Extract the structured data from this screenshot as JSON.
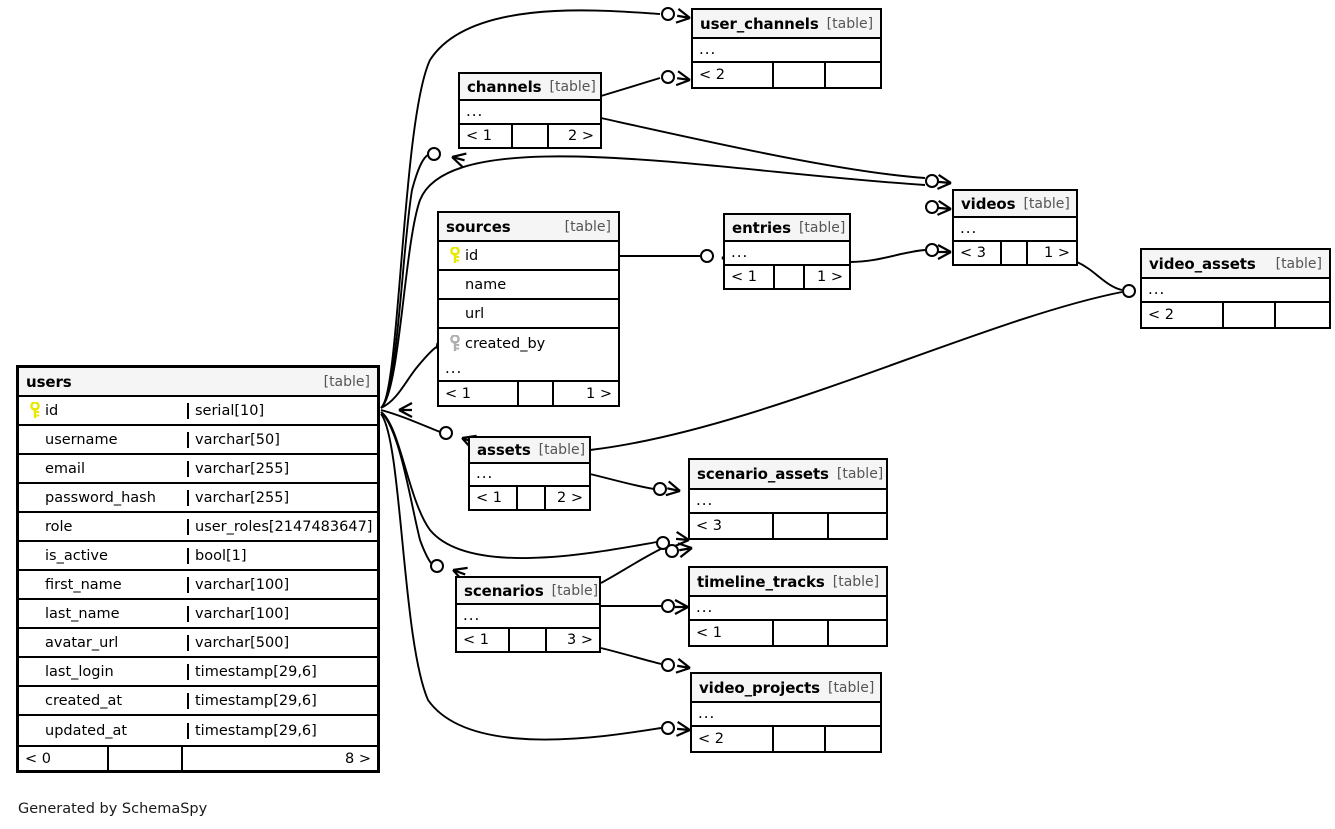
{
  "diagram": {
    "tool": "SchemaSpy",
    "credit": "Generated by SchemaSpy",
    "kind_label": "[table]",
    "ellipsis": "...",
    "colors": {
      "primary_key": "#e8e800",
      "foreign_key": "#b0b0b0",
      "header_bg": "#f5f5f5",
      "border": "#000000",
      "background": "#ffffff"
    }
  },
  "tables": {
    "users": {
      "name": "users",
      "kind": "[table]",
      "columns": [
        {
          "key": "primary",
          "name": "id",
          "type": "serial[10]"
        },
        {
          "key": "none",
          "name": "username",
          "type": "varchar[50]"
        },
        {
          "key": "none",
          "name": "email",
          "type": "varchar[255]"
        },
        {
          "key": "none",
          "name": "password_hash",
          "type": "varchar[255]"
        },
        {
          "key": "none",
          "name": "role",
          "type": "user_roles[2147483647]"
        },
        {
          "key": "none",
          "name": "is_active",
          "type": "bool[1]"
        },
        {
          "key": "none",
          "name": "first_name",
          "type": "varchar[100]"
        },
        {
          "key": "none",
          "name": "last_name",
          "type": "varchar[100]"
        },
        {
          "key": "none",
          "name": "avatar_url",
          "type": "varchar[500]"
        },
        {
          "key": "none",
          "name": "last_login",
          "type": "timestamp[29,6]"
        },
        {
          "key": "none",
          "name": "created_at",
          "type": "timestamp[29,6]"
        },
        {
          "key": "none",
          "name": "updated_at",
          "type": "timestamp[29,6]"
        }
      ],
      "footer": {
        "left": "< 0",
        "middle": "",
        "right": "8 >"
      }
    },
    "channels": {
      "name": "channels",
      "kind": "[table]",
      "footer": {
        "left": "< 1",
        "middle": "",
        "right": "2 >"
      }
    },
    "user_channels": {
      "name": "user_channels",
      "kind": "[table]",
      "footer": {
        "left": "< 2",
        "middle": "",
        "right": ""
      }
    },
    "sources": {
      "name": "sources",
      "kind": "[table]",
      "columns": [
        {
          "key": "primary",
          "name": "id"
        },
        {
          "key": "none",
          "name": "name"
        },
        {
          "key": "none",
          "name": "url"
        },
        {
          "key": "foreign",
          "name": "created_by"
        }
      ],
      "footer": {
        "left": "< 1",
        "middle": "",
        "right": "1 >"
      }
    },
    "entries": {
      "name": "entries",
      "kind": "[table]",
      "footer": {
        "left": "< 1",
        "middle": "",
        "right": "1 >"
      }
    },
    "videos": {
      "name": "videos",
      "kind": "[table]",
      "footer": {
        "left": "< 3",
        "middle": "",
        "right": "1 >"
      }
    },
    "video_assets": {
      "name": "video_assets",
      "kind": "[table]",
      "footer": {
        "left": "< 2",
        "middle": "",
        "right": ""
      }
    },
    "assets": {
      "name": "assets",
      "kind": "[table]",
      "footer": {
        "left": "< 1",
        "middle": "",
        "right": "2 >"
      }
    },
    "scenario_assets": {
      "name": "scenario_assets",
      "kind": "[table]",
      "footer": {
        "left": "< 3",
        "middle": "",
        "right": ""
      }
    },
    "scenarios": {
      "name": "scenarios",
      "kind": "[table]",
      "footer": {
        "left": "< 1",
        "middle": "",
        "right": "3 >"
      }
    },
    "timeline_tracks": {
      "name": "timeline_tracks",
      "kind": "[table]",
      "footer": {
        "left": "< 1",
        "middle": "",
        "right": ""
      }
    },
    "video_projects": {
      "name": "video_projects",
      "kind": "[table]",
      "footer": {
        "left": "< 2",
        "middle": "",
        "right": ""
      }
    }
  },
  "relationships": [
    {
      "from": "users",
      "to": "user_channels"
    },
    {
      "from": "users",
      "to": "channels"
    },
    {
      "from": "users",
      "to": "videos"
    },
    {
      "from": "users",
      "to": "sources"
    },
    {
      "from": "users",
      "to": "assets"
    },
    {
      "from": "users",
      "to": "scenario_assets"
    },
    {
      "from": "users",
      "to": "scenarios"
    },
    {
      "from": "users",
      "to": "video_projects"
    },
    {
      "from": "channels",
      "to": "user_channels"
    },
    {
      "from": "channels",
      "to": "videos"
    },
    {
      "from": "sources",
      "to": "entries"
    },
    {
      "from": "entries",
      "to": "videos"
    },
    {
      "from": "videos",
      "to": "video_assets"
    },
    {
      "from": "assets",
      "to": "scenario_assets"
    },
    {
      "from": "assets",
      "to": "video_assets"
    },
    {
      "from": "scenarios",
      "to": "timeline_tracks"
    },
    {
      "from": "scenarios",
      "to": "video_projects"
    },
    {
      "from": "scenarios",
      "to": "scenario_assets"
    }
  ]
}
